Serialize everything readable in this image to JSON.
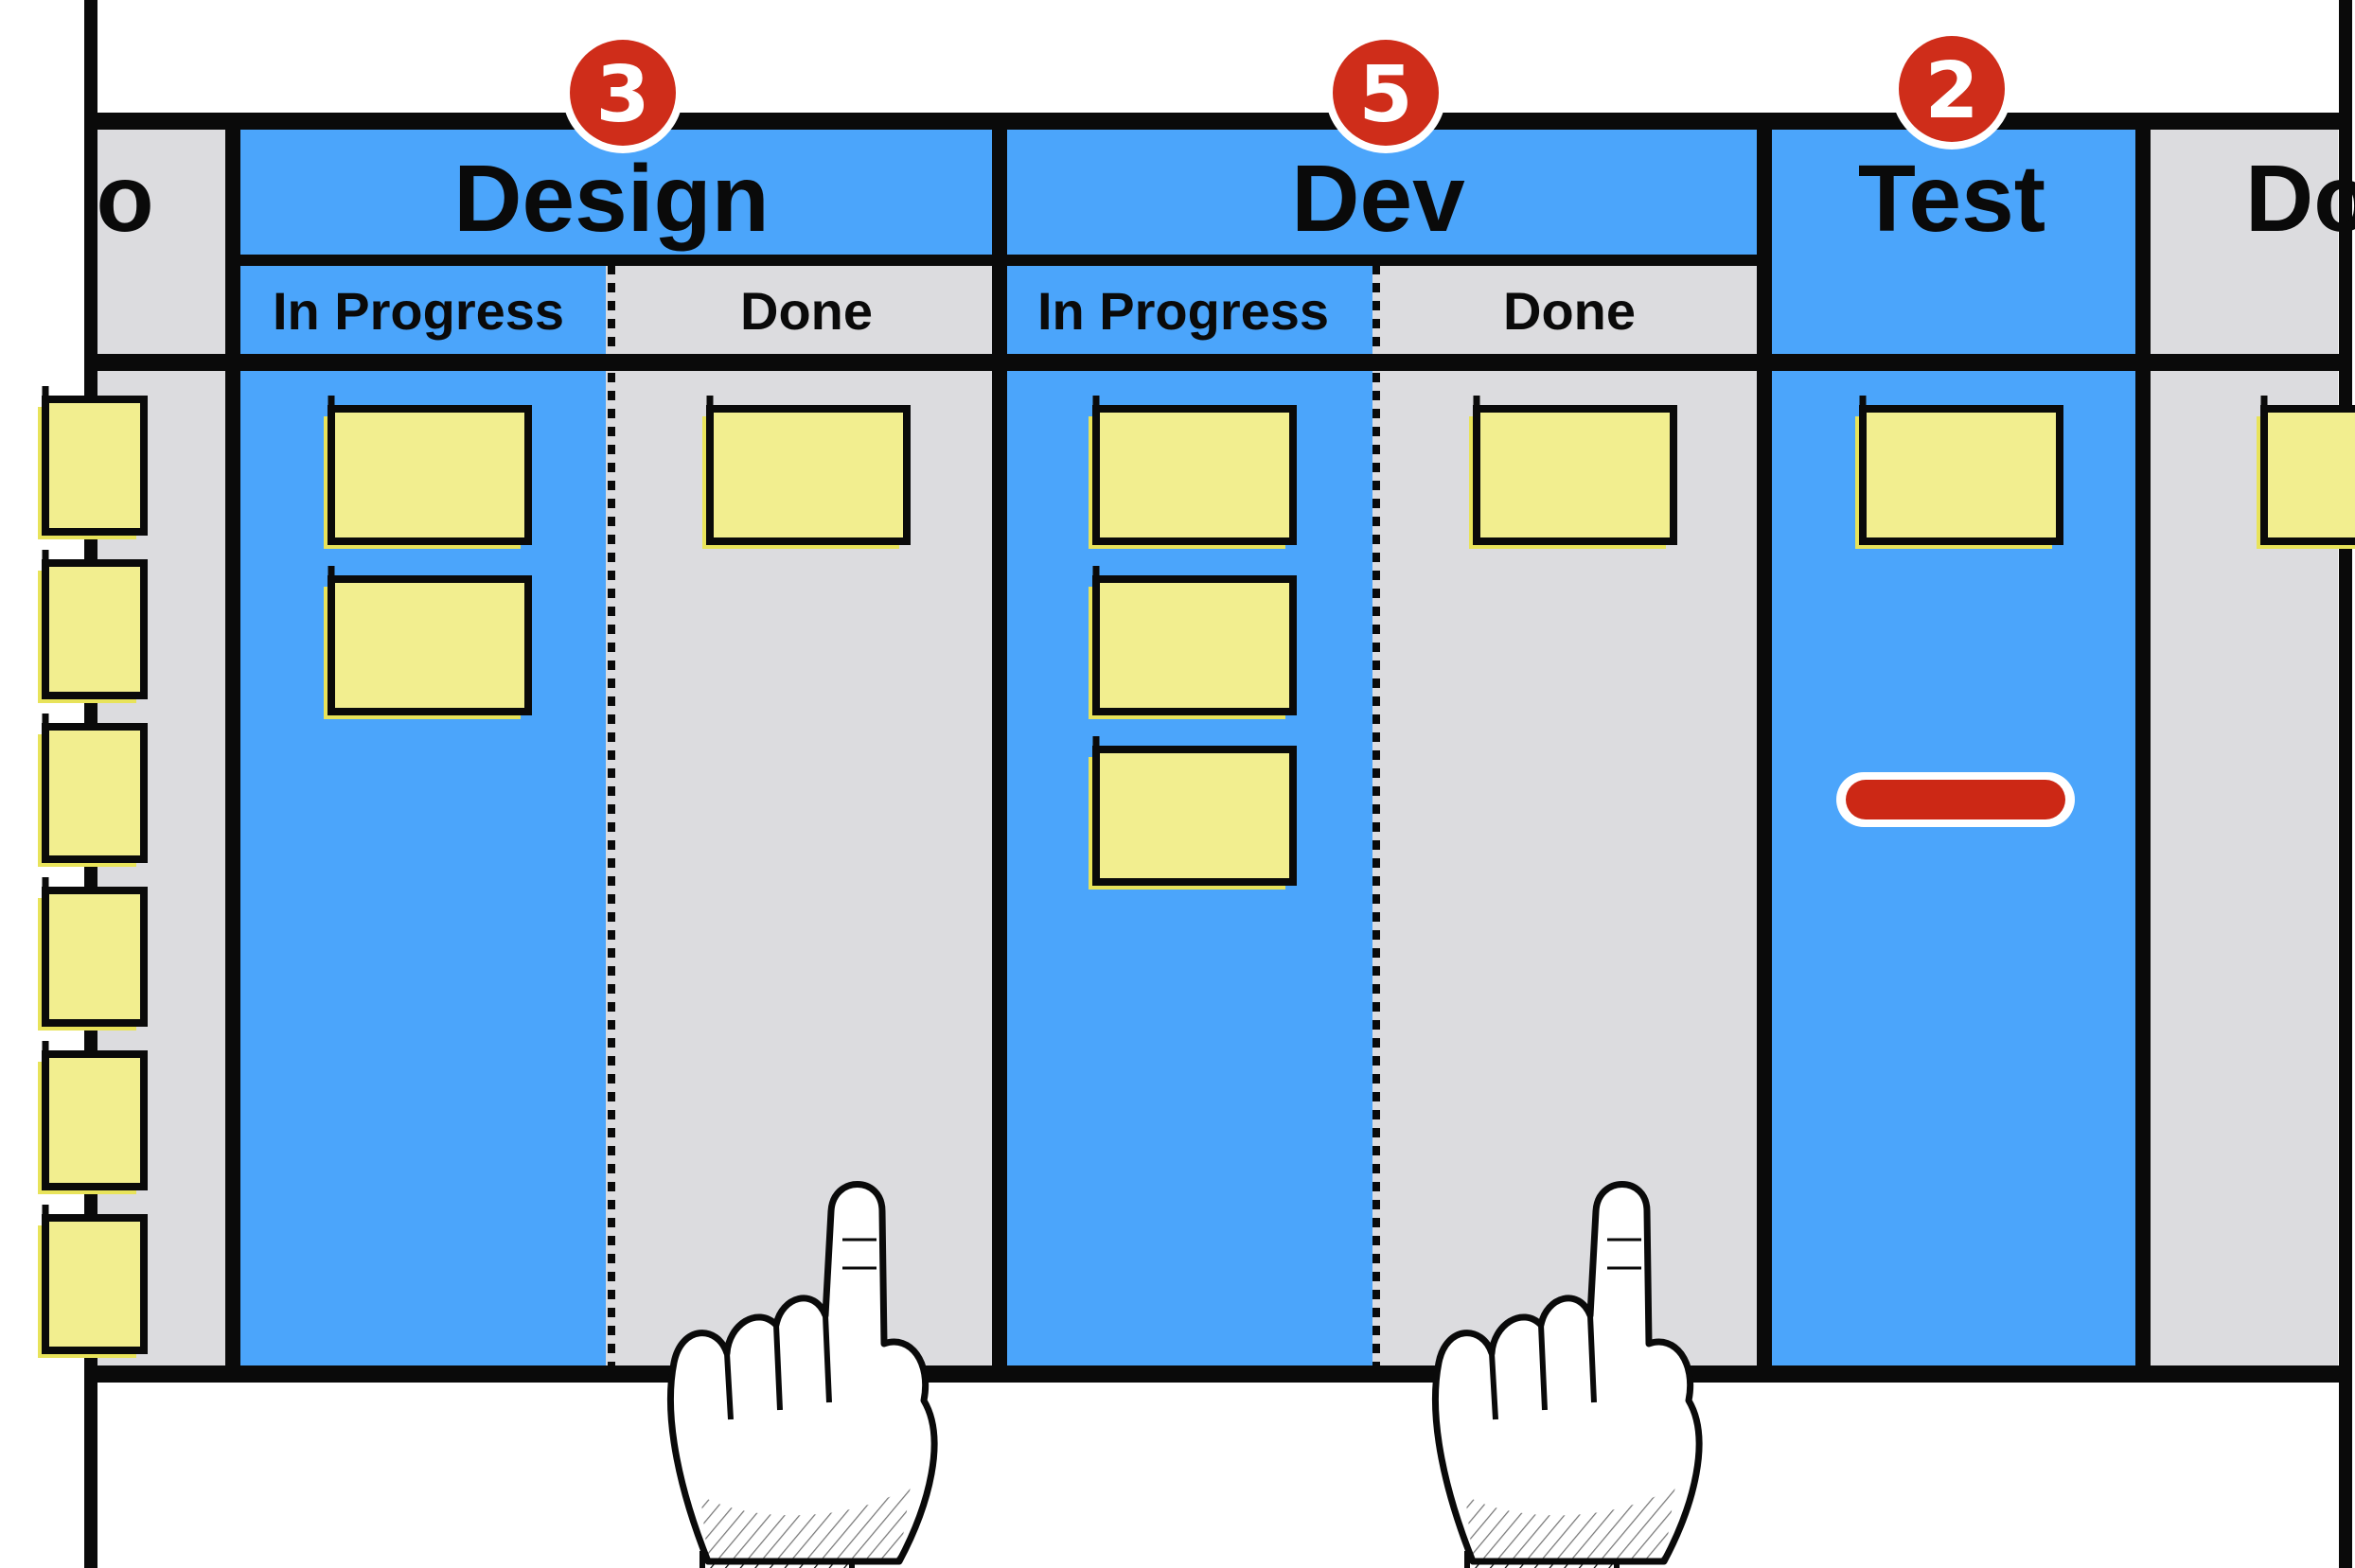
{
  "colors": {
    "board_bg": "#dcdcdf",
    "active_blue": "#4ba5fb",
    "border": "#0a0a0a",
    "sticky": "#f2ee8f",
    "sticky_shadow": "#e8e35a",
    "badge": "#cf2d1a",
    "bar": "#cc2815"
  },
  "columns": {
    "todo": {
      "title": "o",
      "cards": 6
    },
    "design": {
      "title": "Design",
      "wip_limit": "3",
      "in_progress": {
        "label": "In Progress",
        "cards": 2
      },
      "done": {
        "label": "Done",
        "cards": 1
      }
    },
    "dev": {
      "title": "Dev",
      "wip_limit": "5",
      "in_progress": {
        "label": "In Progress",
        "cards": 3
      },
      "done": {
        "label": "Done",
        "cards": 1
      }
    },
    "test": {
      "title": "Test",
      "wip_limit": "2",
      "cards": 1
    },
    "done": {
      "title": "Do",
      "cards": 1
    }
  },
  "icons": [
    "pointing-hand-icon",
    "pointing-hand-icon",
    "blocker-bar-icon"
  ]
}
